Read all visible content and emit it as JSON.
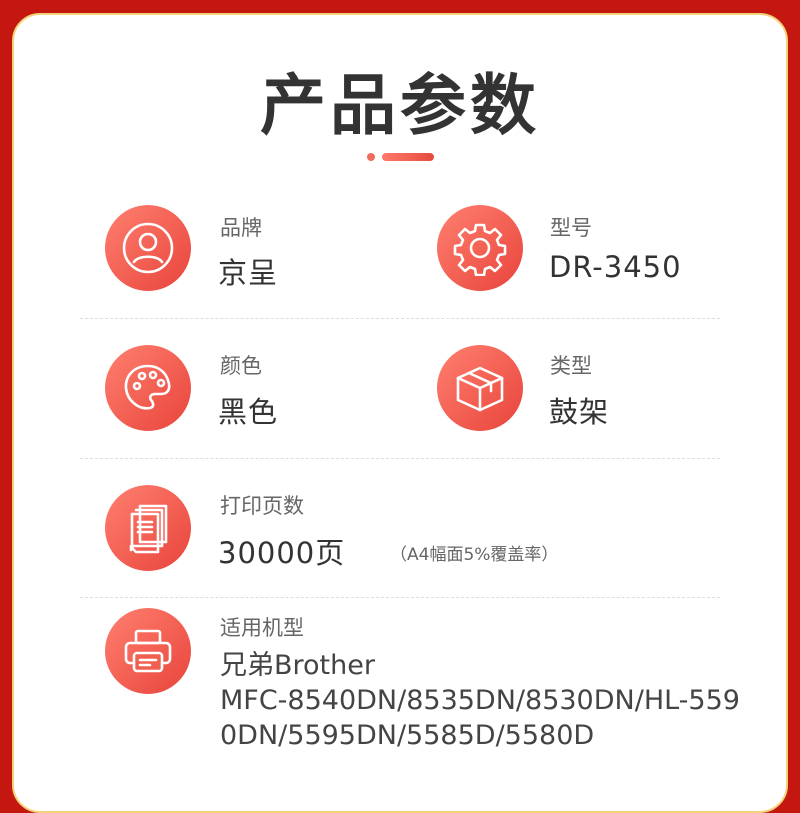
{
  "title": "产品参数",
  "params": [
    {
      "label": "品牌",
      "value": "京呈",
      "icon": "user-icon"
    },
    {
      "label": "型号",
      "value": "DR-3450",
      "icon": "gear-icon"
    },
    {
      "label": "颜色",
      "value": "黑色",
      "icon": "palette-icon"
    },
    {
      "label": "类型",
      "value": "鼓架",
      "icon": "box-icon"
    },
    {
      "label": "打印页数",
      "value": "30000页",
      "note": "（A4幅面5%覆盖率）",
      "icon": "pages-icon"
    },
    {
      "label": "适用机型",
      "lines": [
        "兄弟Brother",
        "MFC-8540DN/8535DN/8530DN/HL-559",
        "0DN/5595DN/5585D/5580D"
      ],
      "icon": "printer-icon"
    }
  ],
  "colors": {
    "frame": "#c3170f",
    "accent": "#e8443b"
  }
}
